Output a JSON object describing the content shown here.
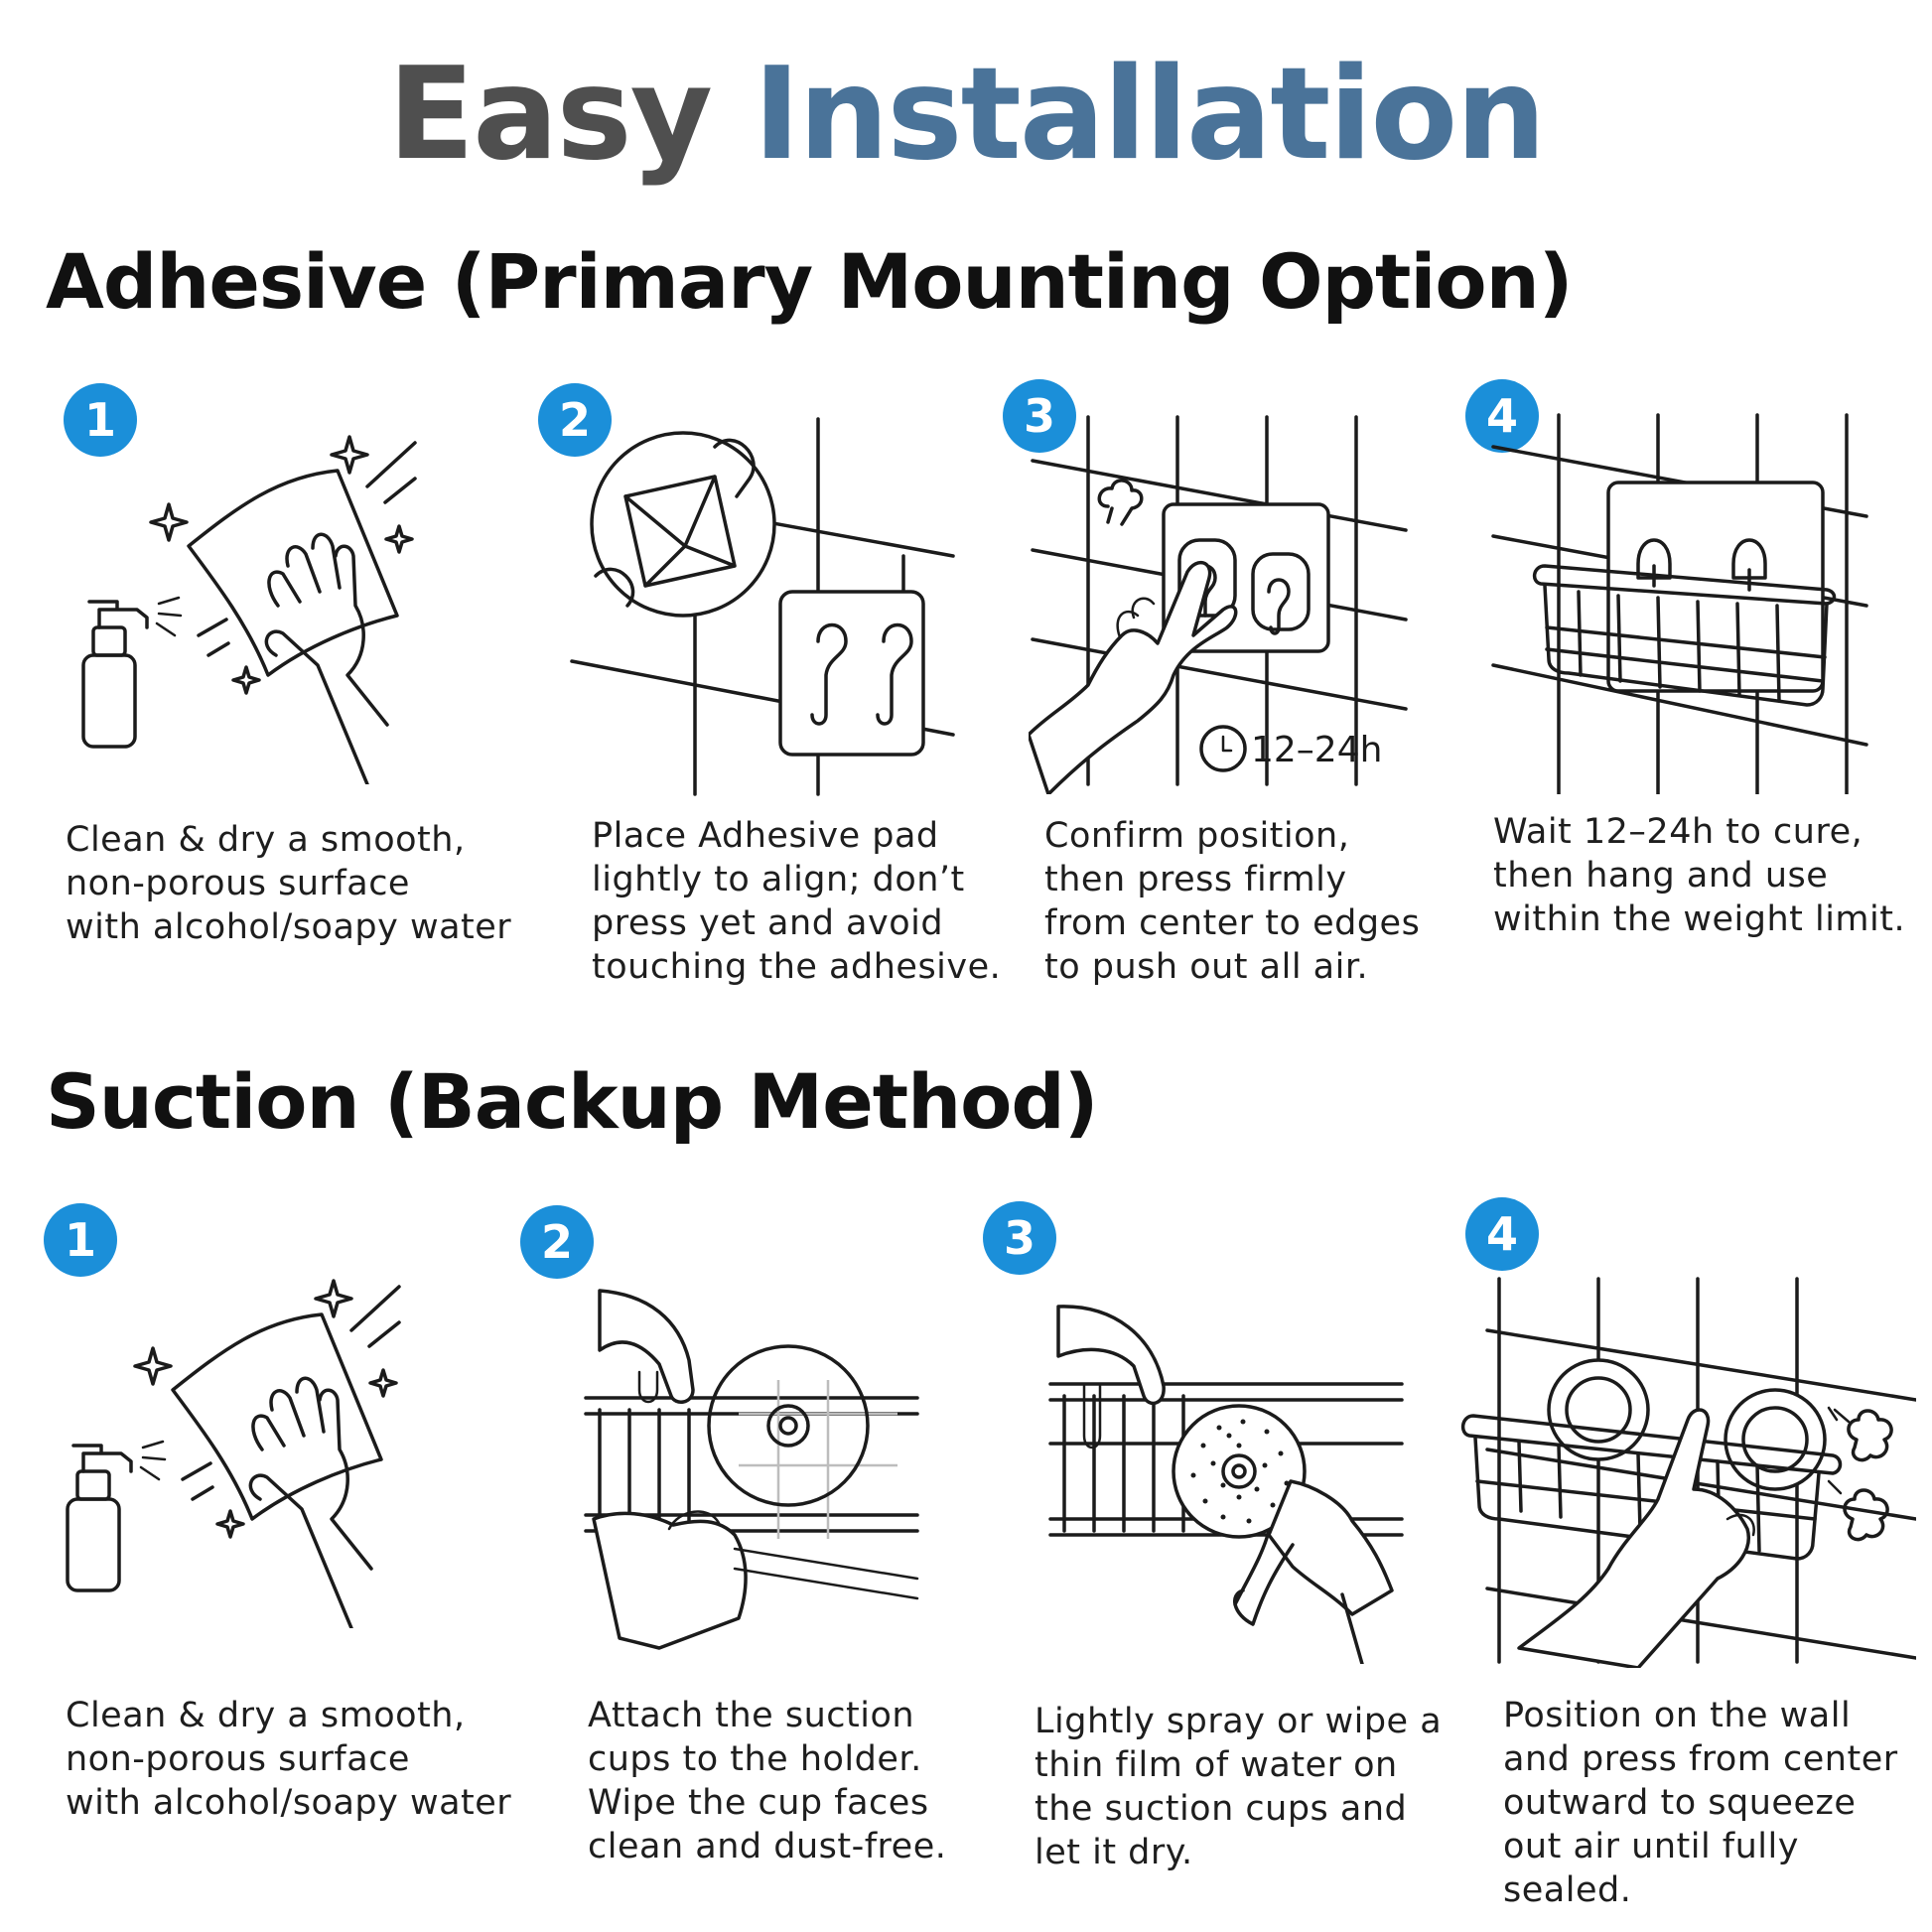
{
  "title": {
    "word1": "Easy",
    "word2": "Installation"
  },
  "colors": {
    "title_gray": "#4f4f4f",
    "title_blue": "#4a7399",
    "badge_blue": "#1b8fd9"
  },
  "sections": [
    {
      "heading": "Adhesive (Primary Mounting Option)",
      "steps": [
        {
          "number": "1",
          "icon": "spray-wipe-icon",
          "caption": "Clean & dry a smooth,\nnon-porous surface\nwith alcohol/soapy water"
        },
        {
          "number": "2",
          "icon": "adhesive-pad-icon",
          "caption": "Place Adhesive pad\nlightly to align; don’t\npress yet and avoid\ntouching the adhesive."
        },
        {
          "number": "3",
          "icon": "press-hooks-icon",
          "caption": "Confirm position,\nthen press firmly\nfrom center to edges\nto push out all air.",
          "timer": "12–24h"
        },
        {
          "number": "4",
          "icon": "hanging-basket-icon",
          "caption": "Wait 12–24h to cure,\nthen hang and use\nwithin the weight limit."
        }
      ]
    },
    {
      "heading": "Suction (Backup Method)",
      "steps": [
        {
          "number": "1",
          "icon": "spray-wipe-icon",
          "caption": "Clean & dry a smooth,\nnon-porous surface\nwith alcohol/soapy water"
        },
        {
          "number": "2",
          "icon": "attach-suction-cup-icon",
          "caption": "Attach the suction\ncups to the holder.\nWipe the cup faces\nclean and dust-free."
        },
        {
          "number": "3",
          "icon": "spray-water-suction-icon",
          "caption": "Lightly spray or wipe a\nthin film of water on\nthe suction cups and\nlet it dry."
        },
        {
          "number": "4",
          "icon": "press-suction-basket-icon",
          "caption": "Position on the wall\nand press from center\noutward to squeeze\nout air until fully sealed."
        }
      ]
    }
  ]
}
